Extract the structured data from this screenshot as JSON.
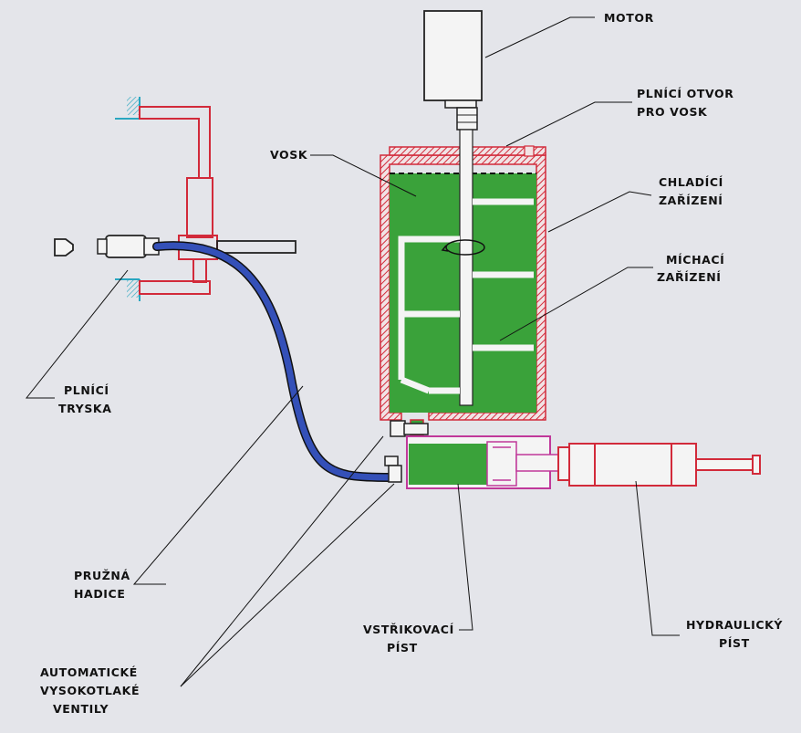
{
  "labels": {
    "motor": "MOTOR",
    "filling_port_1": "PLNÍCÍ OTVOR",
    "filling_port_2": "PRO VOSK",
    "wax": "VOSK",
    "cooling_1": "CHLADÍCÍ",
    "cooling_2": "ZAŘÍZENÍ",
    "mixing_1": "MÍCHACÍ",
    "mixing_2": "ZAŘÍZENÍ",
    "nozzle_1": "PLNÍCÍ",
    "nozzle_2": "TRYSKA",
    "hose_1": "PRUŽNÁ",
    "hose_2": "HADICE",
    "injection_piston_1": "VSTŘIKOVACÍ",
    "injection_piston_2": "PÍST",
    "hydraulic_piston_1": "HYDRAULICKÝ",
    "hydraulic_piston_2": "PÍST",
    "valves_1": "AUTOMATICKÉ",
    "valves_2": "VYSOKOTLAKÉ",
    "valves_3": "VENTILY"
  },
  "colors": {
    "background": "#e4e5ea",
    "wax_green": "#3aa23a",
    "tank_red": "#d22a3a",
    "hose_blue": "#24348a",
    "piston_magenta": "#c0389a",
    "wall_cyan": "#2aa6c0",
    "leader_black": "#111111"
  }
}
